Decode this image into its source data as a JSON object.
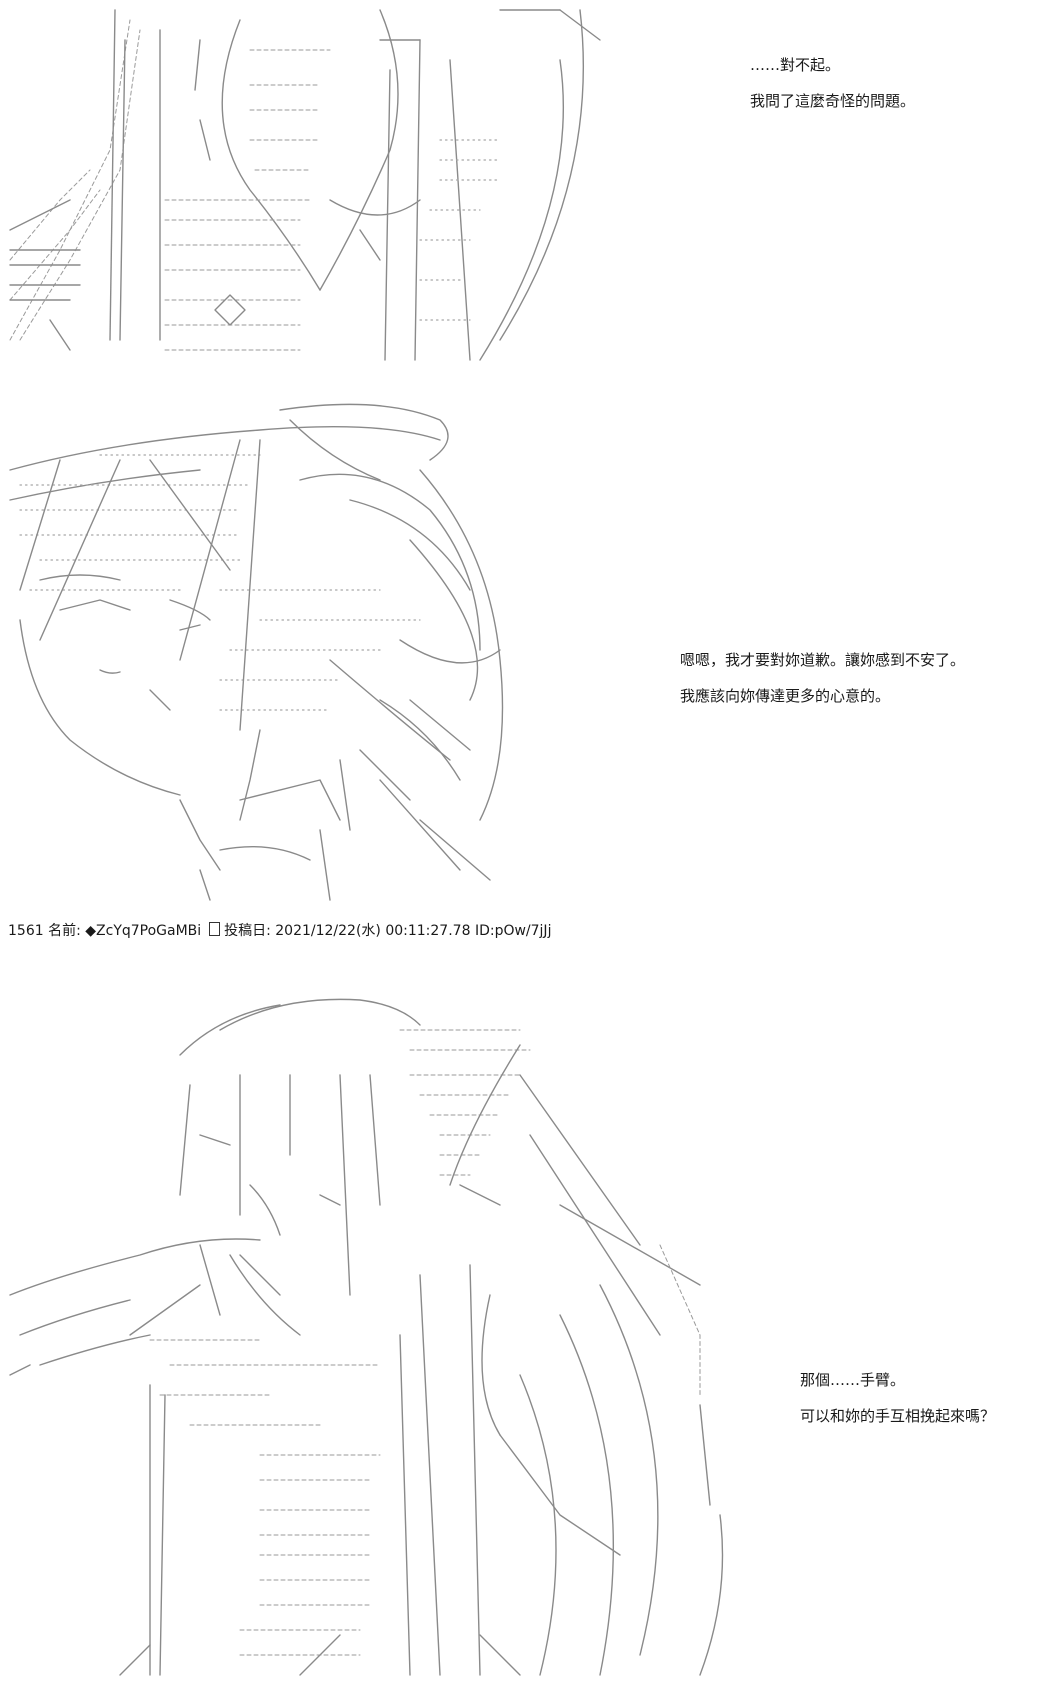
{
  "panels": [
    {
      "dialogue": [
        "……對不起。",
        "我問了這麼奇怪的問題。"
      ]
    },
    {
      "dialogue": [
        "嗯嗯，我才要對妳道歉。讓妳感到不安了。",
        "我應該向妳傳達更多的心意的。"
      ]
    },
    {
      "dialogue": [
        "那個……手臂。",
        "可以和妳的手互相挽起來嗎？"
      ]
    }
  ],
  "post": {
    "number": "1561",
    "name_label": "名前:",
    "trip": "◆ZcYq7PoGaMBi",
    "date_label": "投稿日:",
    "datetime": "2021/12/22(水) 00:11:27.78",
    "id": "ID:pOw/7jJj"
  }
}
